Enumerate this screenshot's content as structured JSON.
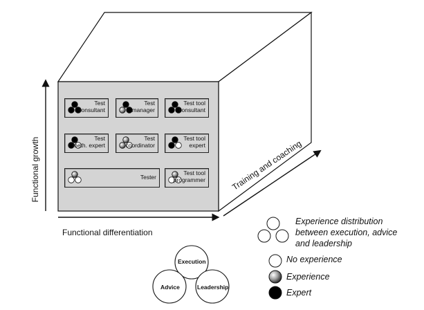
{
  "cube": {
    "roles": [
      {
        "label": "Test\nconsultant",
        "fills": [
          "expert",
          "expert",
          "expert"
        ]
      },
      {
        "label": "Test\nmanager",
        "fills": [
          "expert",
          "experience",
          "expert"
        ]
      },
      {
        "label": "Test tool\nconsultant",
        "fills": [
          "expert",
          "expert",
          "expert"
        ]
      },
      {
        "label": "Test\nmeth. expert",
        "fills": [
          "expert",
          "expert",
          "none"
        ]
      },
      {
        "label": "Test\ncoordinator",
        "fills": [
          "experience",
          "experience",
          "none"
        ]
      },
      {
        "label": "Test tool\nexpert",
        "fills": [
          "expert",
          "expert",
          "none"
        ]
      },
      {
        "label": "Tester",
        "fills": [
          "experience",
          "none",
          "none"
        ]
      },
      {
        "label": "Test tool\nprogrammer",
        "fills": [
          "experience",
          "none",
          "none"
        ]
      }
    ]
  },
  "axes": {
    "vertical": "Functional growth",
    "horizontal": "Functional differentiation",
    "diagonal": "Training and coaching"
  },
  "circles": {
    "top": "Execution",
    "left": "Advice",
    "right": "Leadership"
  },
  "legend": {
    "distribution": "Experience distribution\nbetween execution, advice\nand leadership",
    "none": "No experience",
    "experience": "Experience",
    "expert": "Expert"
  },
  "colors": {
    "cube_face": "#d4d4d4",
    "cube_side": "#ffffff",
    "expert": "#000000",
    "line": "#111111"
  }
}
